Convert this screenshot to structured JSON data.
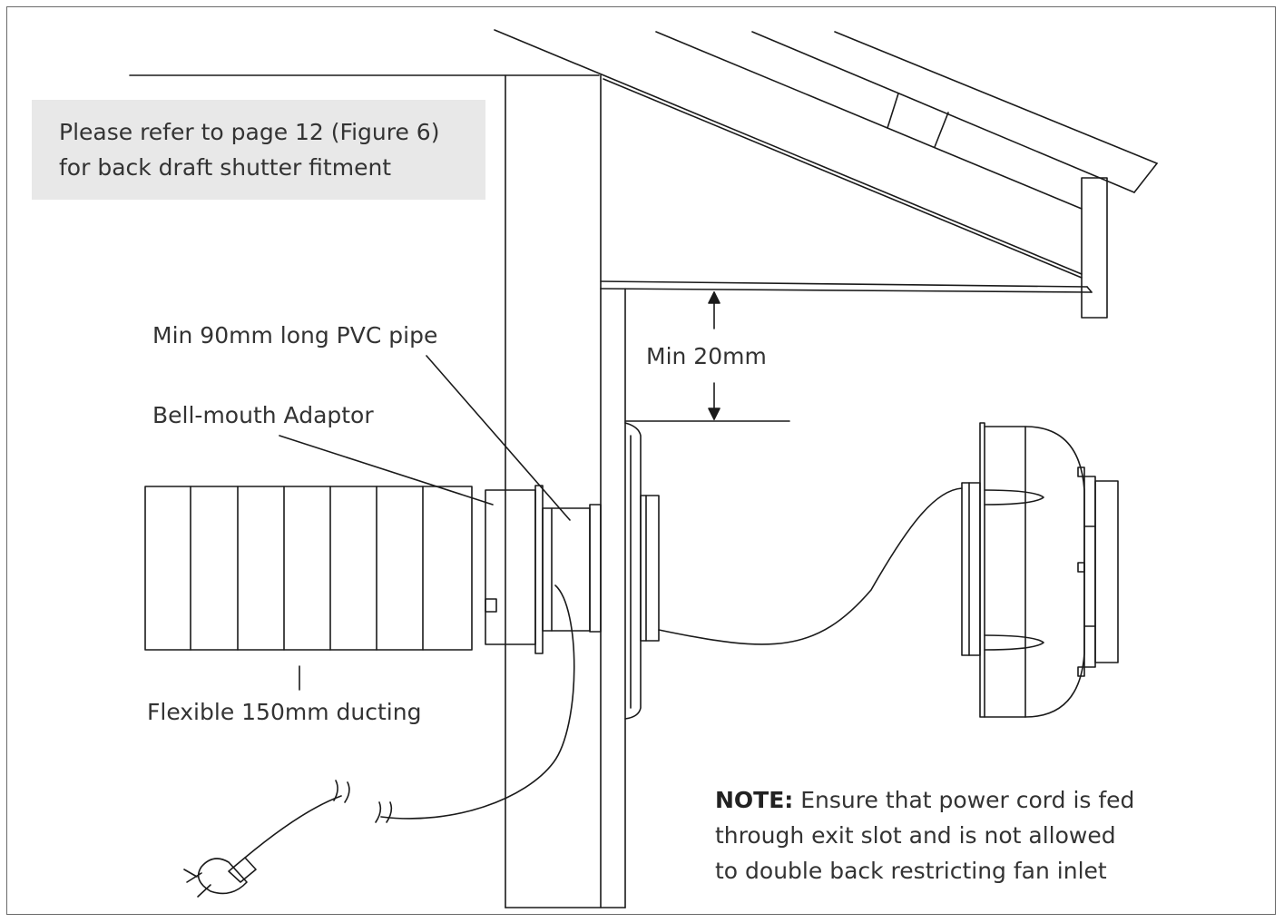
{
  "info_box": {
    "line1": "Please refer to page 12 (Figure 6)",
    "line2": "for back draft shutter fitment"
  },
  "labels": {
    "pvc_pipe": "Min 90mm long PVC pipe",
    "bell_mouth": "Bell-mouth Adaptor",
    "ducting": "Flexible 150mm ducting",
    "clearance": "Min 20mm"
  },
  "note": {
    "heading": "NOTE:",
    "line1": "Ensure that power cord is fed",
    "line2": "through exit slot and is not allowed",
    "line3": "to double back restricting fan inlet"
  },
  "colors": {
    "stroke": "#1a1a1a",
    "info_box_bg": "#e8e8e8",
    "text": "#333333"
  }
}
